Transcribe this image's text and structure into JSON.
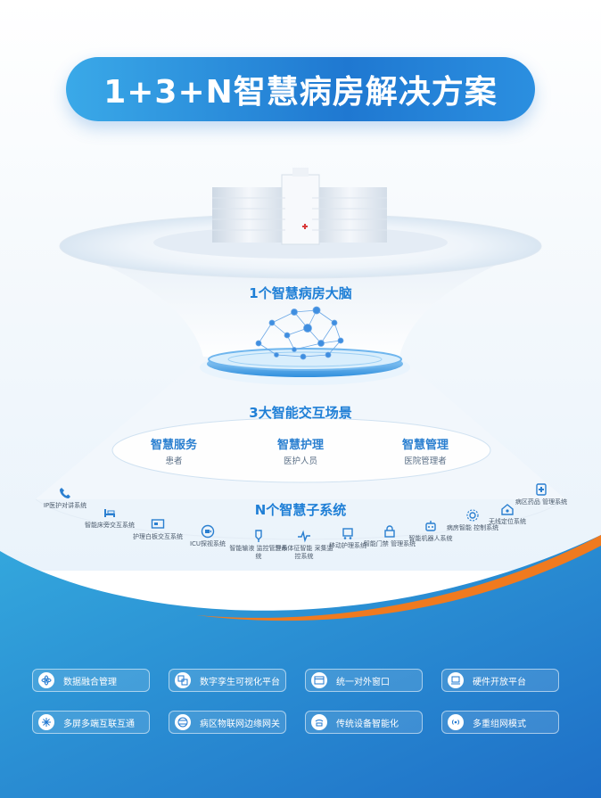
{
  "title": "1+3+N智慧病房解决方案",
  "brain": {
    "title": "1个智慧病房大脑"
  },
  "scenes": {
    "title": "3大智能交互场景",
    "items": [
      {
        "title": "智慧服务",
        "sub": "患者"
      },
      {
        "title": "智慧护理",
        "sub": "医护人员"
      },
      {
        "title": "智慧管理",
        "sub": "医院管理者"
      }
    ]
  },
  "subsystems": {
    "title": "N个智慧子系统",
    "items": [
      {
        "label": "IP医护对讲系统",
        "icon": "phone-icon"
      },
      {
        "label": "智能床旁交互系统",
        "icon": "bed-icon"
      },
      {
        "label": "护理白板交互系统",
        "icon": "whiteboard-icon"
      },
      {
        "label": "ICU探视系统",
        "icon": "video-call-icon"
      },
      {
        "label": "智能输液 监控管理系统",
        "icon": "infusion-icon"
      },
      {
        "label": "生命体征智能 采集监控系统",
        "icon": "pulse-icon"
      },
      {
        "label": "移动护理系统",
        "icon": "cart-icon"
      },
      {
        "label": "智能门禁 管理系统",
        "icon": "lock-icon"
      },
      {
        "label": "智能机器人系统",
        "icon": "robot-icon"
      },
      {
        "label": "病房智能 控制系统",
        "icon": "gear-icon"
      },
      {
        "label": "无线定位系统",
        "icon": "location-icon"
      },
      {
        "label": "病区药品 管理系统",
        "icon": "medicine-icon"
      }
    ]
  },
  "features": [
    {
      "label": "数据融合管理",
      "icon": "atom-icon"
    },
    {
      "label": "数字孪生可视化平台",
      "icon": "layers-icon"
    },
    {
      "label": "统一对外窗口",
      "icon": "window-icon"
    },
    {
      "label": "硬件开放平台",
      "icon": "hardware-icon"
    },
    {
      "label": "多屏多端互联互通",
      "icon": "network-icon"
    },
    {
      "label": "病区物联网边缘网关",
      "icon": "globe-icon"
    },
    {
      "label": "传统设备智能化",
      "icon": "wifi-device-icon"
    },
    {
      "label": "多重组网模式",
      "icon": "signal-icon"
    }
  ],
  "colors": {
    "primary": "#1f78d1",
    "accent": "#f07a1f",
    "label_blue": "#2a7fd0"
  }
}
